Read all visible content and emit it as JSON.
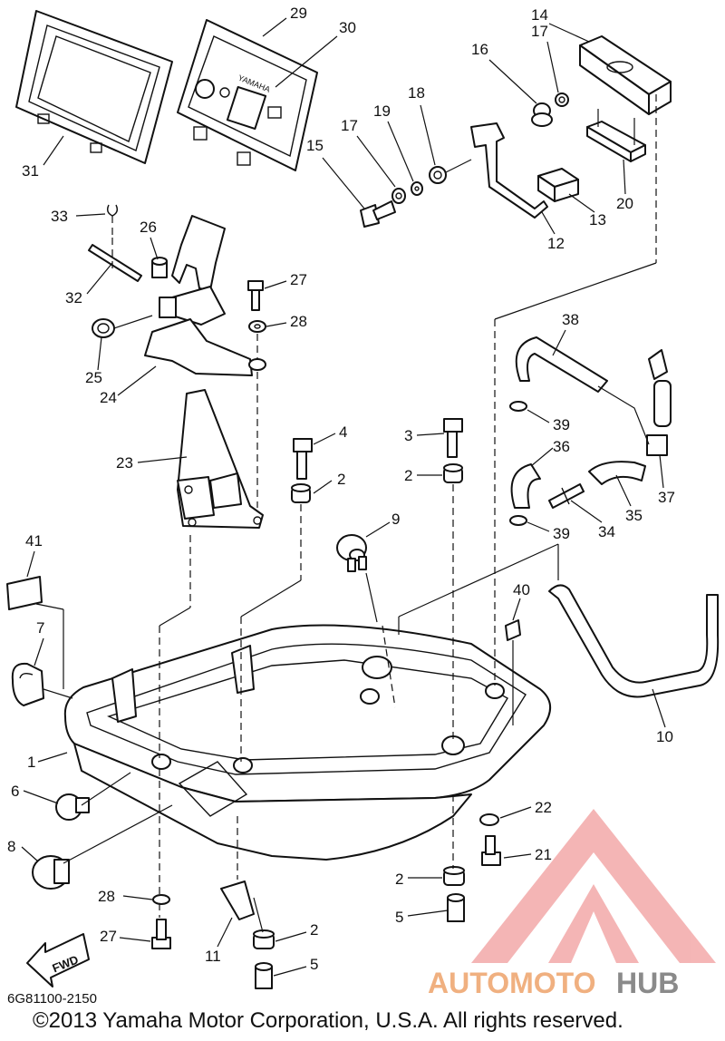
{
  "diagram": {
    "callouts": [
      "1",
      "2",
      "3",
      "4",
      "5",
      "6",
      "7",
      "8",
      "9",
      "10",
      "11",
      "12",
      "13",
      "14",
      "15",
      "16",
      "17",
      "18",
      "19",
      "20",
      "21",
      "22",
      "23",
      "24",
      "25",
      "26",
      "27",
      "28",
      "29",
      "30",
      "31",
      "32",
      "33",
      "34",
      "35",
      "36",
      "37",
      "38",
      "39",
      "40",
      "41"
    ],
    "label_2_b": "2",
    "label_2_c": "2",
    "label_2_d": "2",
    "label_5_b": "5",
    "label_17_b": "17",
    "label_27_b": "27",
    "label_28_b": "28",
    "label_39_b": "39",
    "panel_brand": "YAMAHA",
    "fwd_arrow": "FWD"
  },
  "watermark": {
    "part1": "AUTOMOTO",
    "part2": "HUB",
    "color_primary": "#f0a0a0",
    "color_secondary": "#8a8a8a"
  },
  "footer": {
    "part_code": "6G81100-2150",
    "copyright": "©2013 Yamaha Motor Corporation, U.S.A. All rights reserved."
  }
}
